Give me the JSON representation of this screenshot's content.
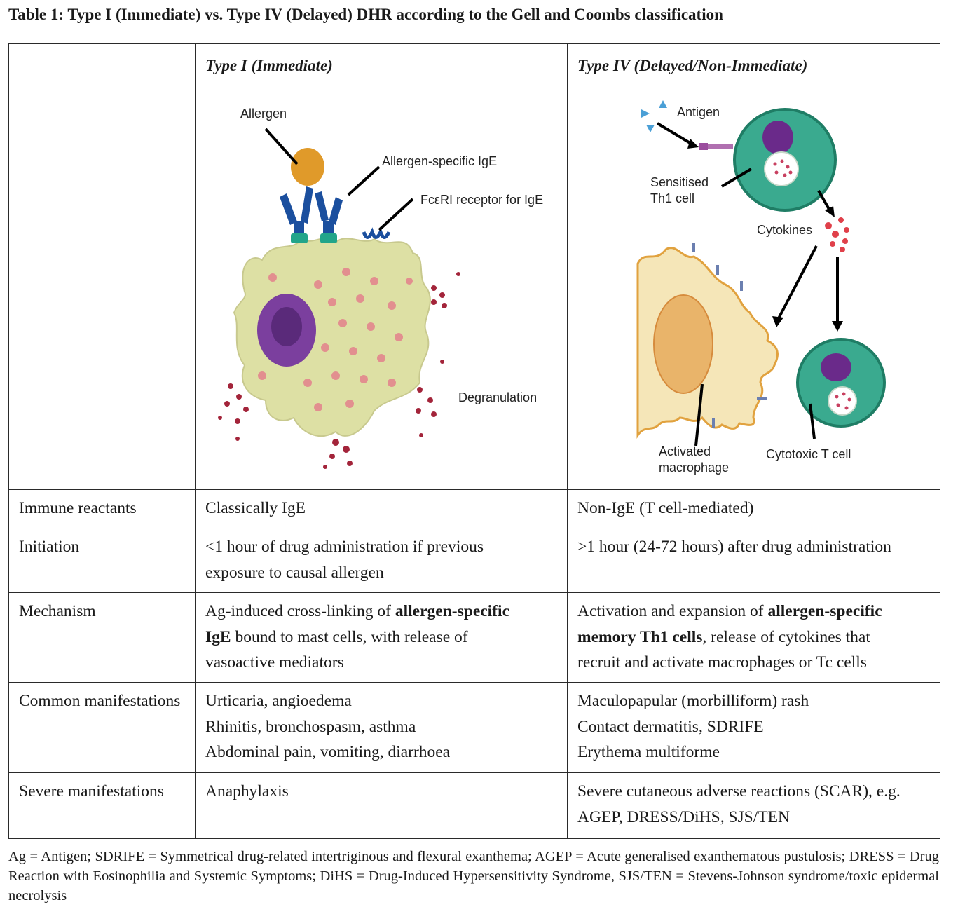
{
  "caption": "Table 1:  Type I (Immediate) vs. Type IV (Delayed) DHR according to the Gell and Coombs classification",
  "header": {
    "col1": "",
    "col2": "Type I (Immediate)",
    "col3": "Type IV (Delayed/Non-Immediate)"
  },
  "figure_type1": {
    "allergen": "Allergen",
    "ige": "Allergen-specific IgE",
    "receptor": "FcεRI receptor for IgE",
    "degranulation": "Degranulation"
  },
  "figure_type4": {
    "antigen": "Antigen",
    "th1_line1": "Sensitised",
    "th1_line2": "Th1 cell",
    "cytokines": "Cytokines",
    "macro_line1": "Activated",
    "macro_line2": "macrophage",
    "tcell": "Cytotoxic T cell"
  },
  "rows": [
    {
      "label": "Immune reactants",
      "type1": "Classically IgE",
      "type4": "Non-IgE (T cell-mediated)"
    },
    {
      "label": "Initiation",
      "type1_lines": [
        "<1 hour of drug administration if previous",
        "exposure to causal allergen"
      ],
      "type4": ">1 hour (24-72 hours) after drug administration"
    },
    {
      "label": "Mechanism",
      "type1_parts": [
        "Ag-induced cross-linking of ",
        "allergen-specific",
        "IgE",
        " bound to mast cells, with release of",
        "vasoactive mediators"
      ],
      "type4_parts": [
        "Activation and expansion of ",
        "allergen-specific",
        "memory Th1 cells",
        ", release of cytokines that",
        "recruit and activate macrophages or Tc cells"
      ]
    },
    {
      "label": "Common manifestations",
      "type1_lines": [
        "Urticaria, angioedema",
        "Rhinitis, bronchospasm, asthma",
        "Abdominal pain, vomiting, diarrhoea"
      ],
      "type4_lines": [
        "Maculopapular (morbilliform) rash",
        "Contact dermatitis, SDRIFE",
        "Erythema multiforme"
      ]
    },
    {
      "label": "Severe manifestations",
      "type1": "Anaphylaxis",
      "type4_lines": [
        "Severe cutaneous adverse reactions (SCAR), e.g.",
        "AGEP, DRESS/DiHS, SJS/TEN"
      ]
    }
  ],
  "footnote": "Ag = Antigen; SDRIFE = Symmetrical drug-related intertriginous and flexural exanthema; AGEP = Acute generalised exanthematous pustulosis; DRESS = Drug Reaction with Eosinophilia and Systemic Symptoms; DiHS = Drug-Induced Hypersensitivity Syndrome, SJS/TEN = Stevens-Johnson syndrome/toxic epidermal necrolysis"
}
